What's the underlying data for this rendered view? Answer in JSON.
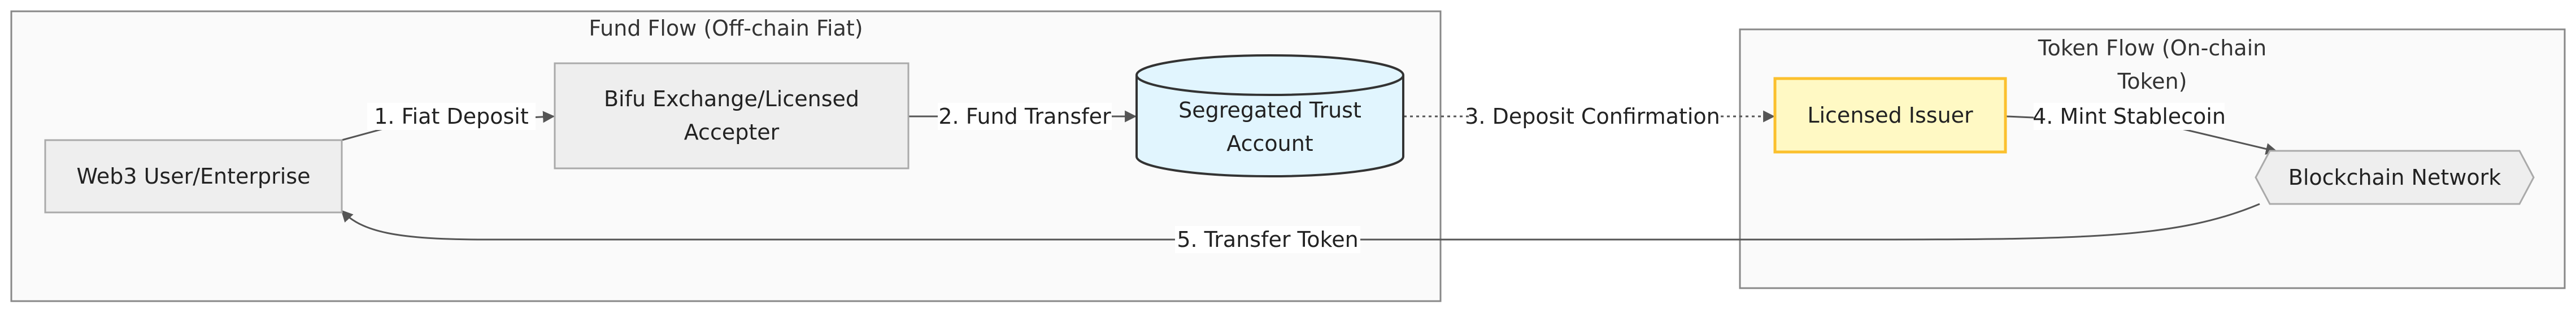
{
  "clusters": {
    "fund_flow": {
      "title": "Fund Flow (Off-chain Fiat)"
    },
    "token_flow": {
      "title": "Token Flow (On-chain Token)"
    }
  },
  "nodes": {
    "web3_user": {
      "label": "Web3 User/Enterprise"
    },
    "bifu_exchange": {
      "label": "Bifu Exchange/Licensed Accepter"
    },
    "trust_account": {
      "label": "Segregated Trust Account"
    },
    "licensed_issuer": {
      "label": "Licensed Issuer"
    },
    "blockchain_network": {
      "label": "Blockchain Network"
    }
  },
  "edges": {
    "e1": {
      "label": "1. Fiat Deposit"
    },
    "e2": {
      "label": "2. Fund Transfer"
    },
    "e3": {
      "label": "3. Deposit Confirmation"
    },
    "e4": {
      "label": "4. Mint Stablecoin"
    },
    "e5": {
      "label": "5. Transfer Token"
    }
  },
  "colors": {
    "cluster_fill": "#fafafa",
    "cluster_stroke": "#888888",
    "node_fill": "#eeeeee",
    "node_stroke": "#aaaaaa",
    "trust_fill": "#e1f5fe",
    "trust_stroke": "#333333",
    "issuer_fill": "#fff9c4",
    "issuer_stroke": "#fbc02d",
    "edge": "#555555"
  }
}
